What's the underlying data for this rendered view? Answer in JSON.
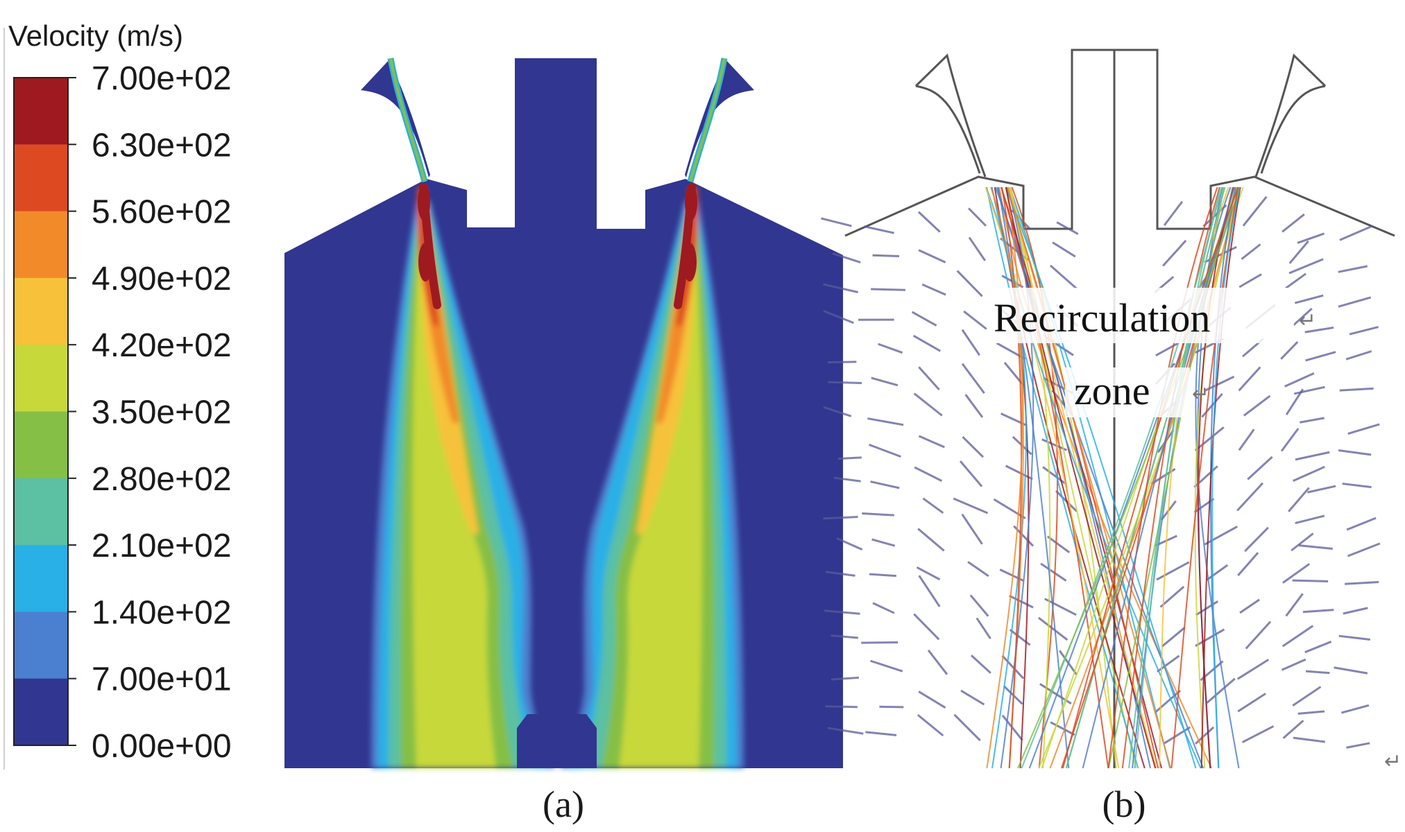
{
  "legend": {
    "title": "Velocity  (m/s)",
    "ticks": [
      "7.00e+02",
      "6.30e+02",
      "5.60e+02",
      "4.90e+02",
      "4.20e+02",
      "3.50e+02",
      "2.80e+02",
      "2.10e+02",
      "1.40e+02",
      "7.00e+01",
      "0.00e+00"
    ],
    "colors": [
      "#9e1a20",
      "#dd4a22",
      "#f28a2a",
      "#f7c23a",
      "#c7d83a",
      "#86bf45",
      "#5cc0a2",
      "#29b0e6",
      "#4b7fcf",
      "#313690"
    ]
  },
  "panel_a": {
    "label": "(a)"
  },
  "panel_b": {
    "label": "(b)",
    "annotation_line1": "Recirculation",
    "annotation_line2": "zone",
    "arrow_mark": "↵"
  },
  "colors": {
    "domain": "#313690",
    "outline": "#555555"
  }
}
